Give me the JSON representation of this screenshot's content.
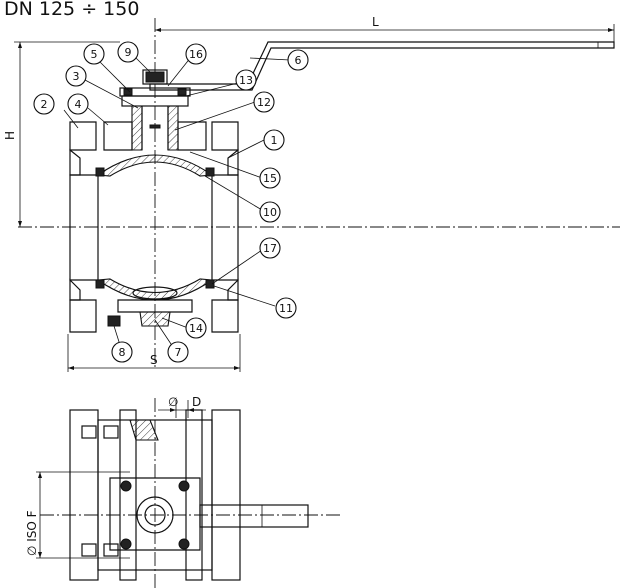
{
  "title": "DN 125 ÷ 150",
  "dimensions": {
    "L": "L",
    "H": "H",
    "S": "S",
    "D": "D",
    "diameter": "∅",
    "iso": "∅ ISO F"
  },
  "callouts": [
    "1",
    "2",
    "3",
    "4",
    "5",
    "6",
    "7",
    "8",
    "9",
    "10",
    "11",
    "12",
    "13",
    "14",
    "15",
    "16",
    "17"
  ]
}
